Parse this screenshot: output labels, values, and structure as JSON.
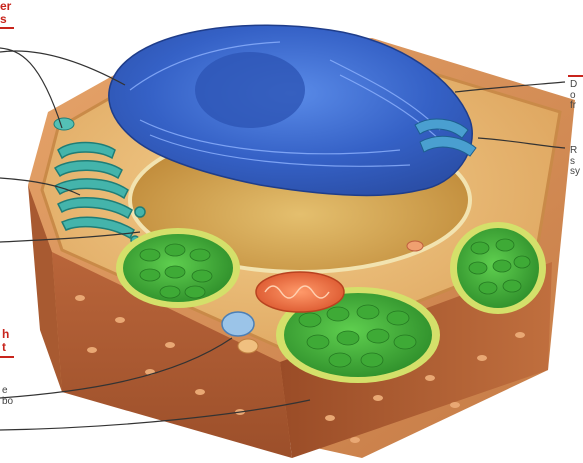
{
  "figure": {
    "subject": "plant cell cutaway",
    "colors": {
      "cell_wall": "#b8663a",
      "cytoplasm": "#e8b86a",
      "nucleus": "#3b62c9",
      "vacuole": "#d7a24c",
      "chloroplast": "#3fa83a",
      "golgi": "#3fb0a8",
      "mitochondrion": "#e86a3c",
      "label_red": "#c8241c",
      "leader_line": "#333333"
    }
  },
  "labels": {
    "top_left": "er\ns",
    "right_upper": "D\no\nfr",
    "right_lower": "R\ns\nsy",
    "left_lower_heading": "h\nt",
    "left_lower_text": "e\nbo"
  }
}
